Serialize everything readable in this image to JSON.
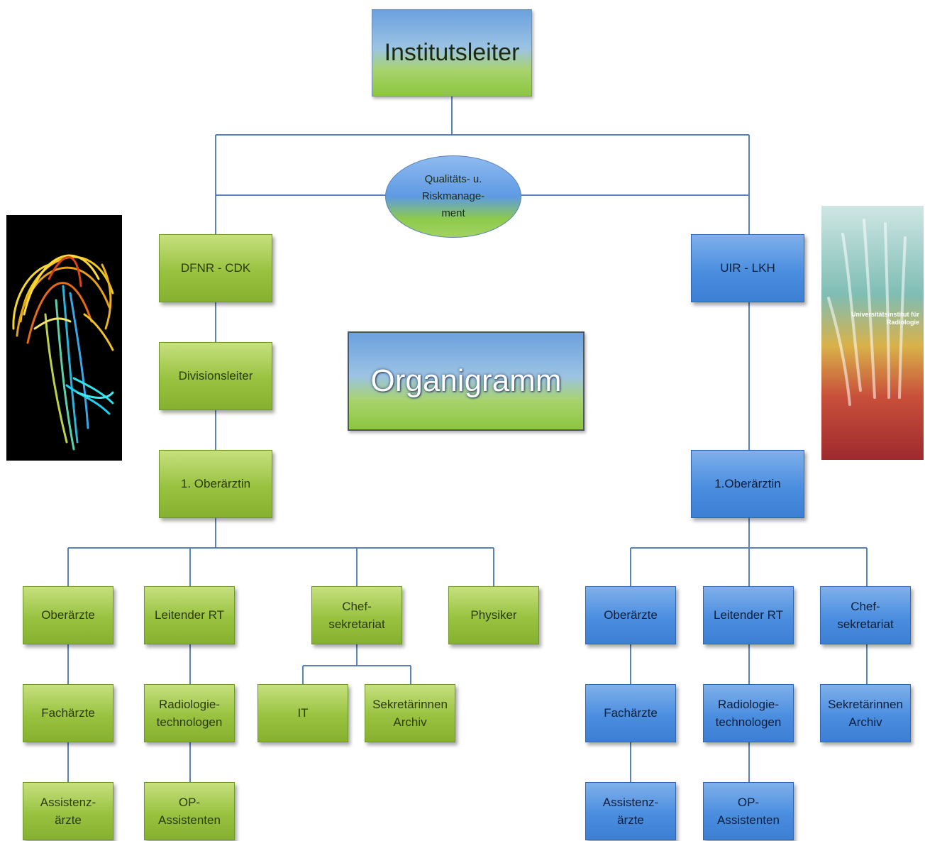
{
  "title": "Organigramm",
  "root": "Institutsleiter",
  "quality_node": "Qualitäts- u.\nRiskmanage-\nment",
  "left_branch": {
    "color": "#98c23f",
    "head": "DFNR - CDK",
    "level2": "Divisionsleiter",
    "level3": "1. Oberärztin",
    "columns": [
      {
        "top": "Oberärzte",
        "mid": "Fachärzte",
        "bottom": "Assistenz-\närzte"
      },
      {
        "top": "Leitender RT",
        "mid": "Radiologie-\ntechnologen",
        "bottom": "OP-\nAssistenten"
      },
      {
        "top": "Chef-\nsekretariat",
        "sub": [
          "IT",
          "Sekretärinnen\nArchiv"
        ]
      },
      {
        "top": "Physiker"
      }
    ]
  },
  "right_branch": {
    "color": "#4b8ee0",
    "head": "UIR - LKH",
    "level2": "1.Oberärztin",
    "columns": [
      {
        "top": "Oberärzte",
        "mid": "Fachärzte",
        "bottom": "Assistenz-\närzte"
      },
      {
        "top": "Leitender RT",
        "mid": "Radiologie-\ntechnologen",
        "bottom": "OP-\nAssistenten"
      },
      {
        "top": "Chef-\nsekretariat",
        "mid": "Sekretärinnen\nArchiv"
      }
    ]
  },
  "images": {
    "left": "brain-tractography-image",
    "right": "hand-xray-image",
    "right_caption": "Universitätsinstitut\nfür Radiologie"
  }
}
